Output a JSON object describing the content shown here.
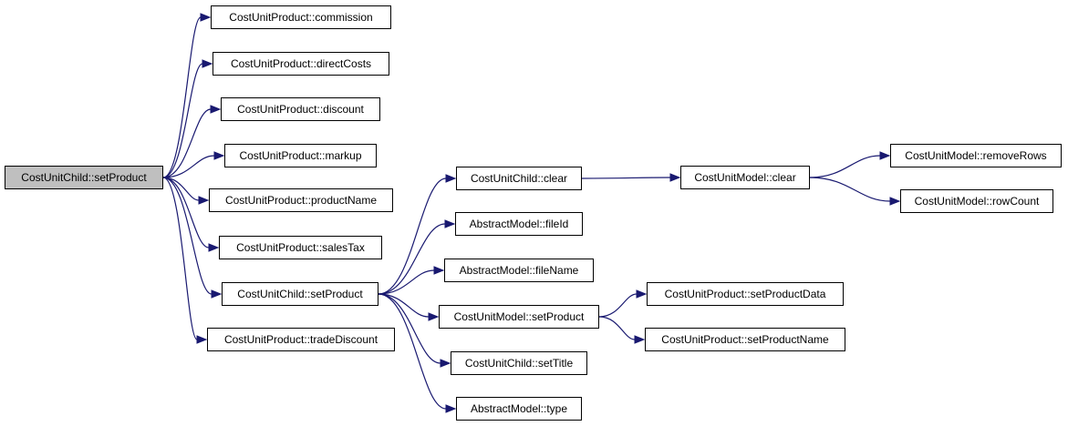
{
  "nodes": {
    "root": "CostUnitChild::setProduct",
    "commission": "CostUnitProduct::commission",
    "directCosts": "CostUnitProduct::directCosts",
    "discount": "CostUnitProduct::discount",
    "markup": "CostUnitProduct::markup",
    "productName": "CostUnitProduct::productName",
    "salesTax": "CostUnitProduct::salesTax",
    "childSetProduct": "CostUnitChild::setProduct",
    "tradeDiscount": "CostUnitProduct::tradeDiscount",
    "childClear": "CostUnitChild::clear",
    "fileId": "AbstractModel::fileId",
    "fileName": "AbstractModel::fileName",
    "modelSetProduct": "CostUnitModel::setProduct",
    "setTitle": "CostUnitChild::setTitle",
    "type": "AbstractModel::type",
    "modelClear": "CostUnitModel::clear",
    "setProductData": "CostUnitProduct::setProductData",
    "setProductName": "CostUnitProduct::setProductName",
    "removeRows": "CostUnitModel::removeRows",
    "rowCount": "CostUnitModel::rowCount"
  },
  "edges": [
    [
      "root",
      "commission"
    ],
    [
      "root",
      "directCosts"
    ],
    [
      "root",
      "discount"
    ],
    [
      "root",
      "markup"
    ],
    [
      "root",
      "productName"
    ],
    [
      "root",
      "salesTax"
    ],
    [
      "root",
      "childSetProduct"
    ],
    [
      "root",
      "tradeDiscount"
    ],
    [
      "childSetProduct",
      "childClear"
    ],
    [
      "childSetProduct",
      "fileId"
    ],
    [
      "childSetProduct",
      "fileName"
    ],
    [
      "childSetProduct",
      "modelSetProduct"
    ],
    [
      "childSetProduct",
      "setTitle"
    ],
    [
      "childSetProduct",
      "type"
    ],
    [
      "childClear",
      "modelClear"
    ],
    [
      "modelClear",
      "removeRows"
    ],
    [
      "modelClear",
      "rowCount"
    ],
    [
      "modelSetProduct",
      "setProductData"
    ],
    [
      "modelSetProduct",
      "setProductName"
    ]
  ],
  "colors": {
    "edge": "#191970",
    "root_fill": "#bfbfbf",
    "node_fill": "#ffffff",
    "node_border": "#000000"
  }
}
